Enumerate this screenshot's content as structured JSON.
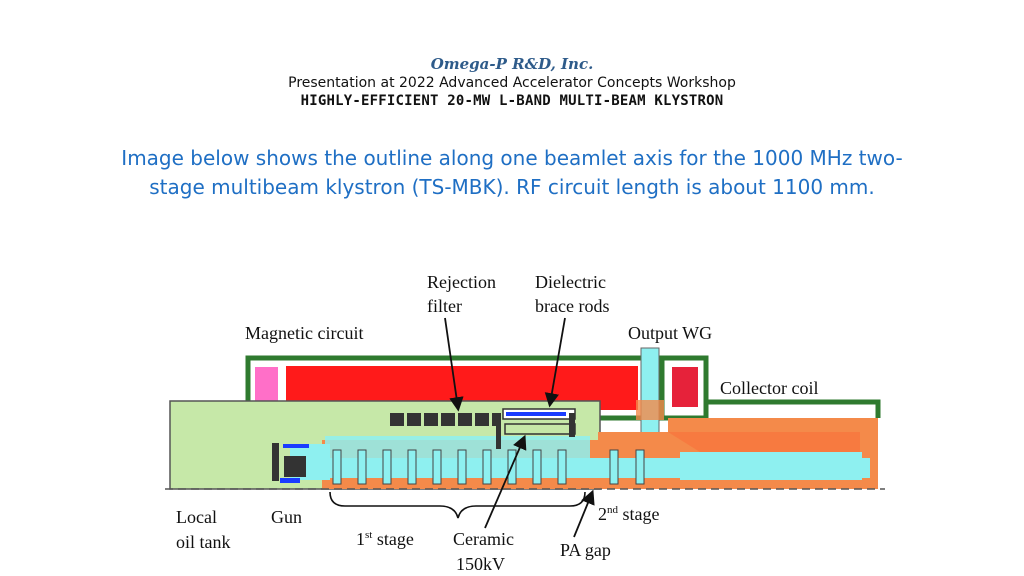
{
  "header": {
    "company": "Omega-P R&D, Inc.",
    "event": "Presentation at 2022 Advanced Accelerator Concepts Workshop",
    "title": "HIGHLY-EFFICIENT 20-MW L-BAND MULTI-BEAM KLYSTRON"
  },
  "description": {
    "line1": "Image below shows the outline along one beamlet axis for the 1000 MHz two-",
    "line2": "stage multibeam klystron (TS-MBK).  RF circuit length is about 1100 mm."
  },
  "diagram": {
    "labels": {
      "rejection_filter_1": "Rejection",
      "rejection_filter_2": "filter",
      "dielectric_rods_1": "Dielectric",
      "dielectric_rods_2": "brace rods",
      "magnetic_circuit": "Magnetic circuit",
      "output_wg": "Output WG",
      "collector_coil": "Collector coil",
      "local_oil_tank_1": "Local",
      "local_oil_tank_2": "oil tank",
      "gun": "Gun",
      "first_stage_pre": "1",
      "first_stage_sup": "st",
      "first_stage_post": " stage",
      "ceramic_1": "Ceramic",
      "ceramic_2": "150kV",
      "second_stage_pre": "2",
      "second_stage_sup": "nd",
      "second_stage_post": " stage",
      "pa_gap": "PA gap"
    },
    "colors": {
      "magnetic": "#2f7a2f",
      "coil": "#ff1a1a",
      "coil_pink": "#ff6fc8",
      "oil": "#c6e8a8",
      "vacuum": "#8ef0f0",
      "copper": "#f48a4a",
      "dark": "#333333",
      "blue": "#1a3cff"
    }
  }
}
